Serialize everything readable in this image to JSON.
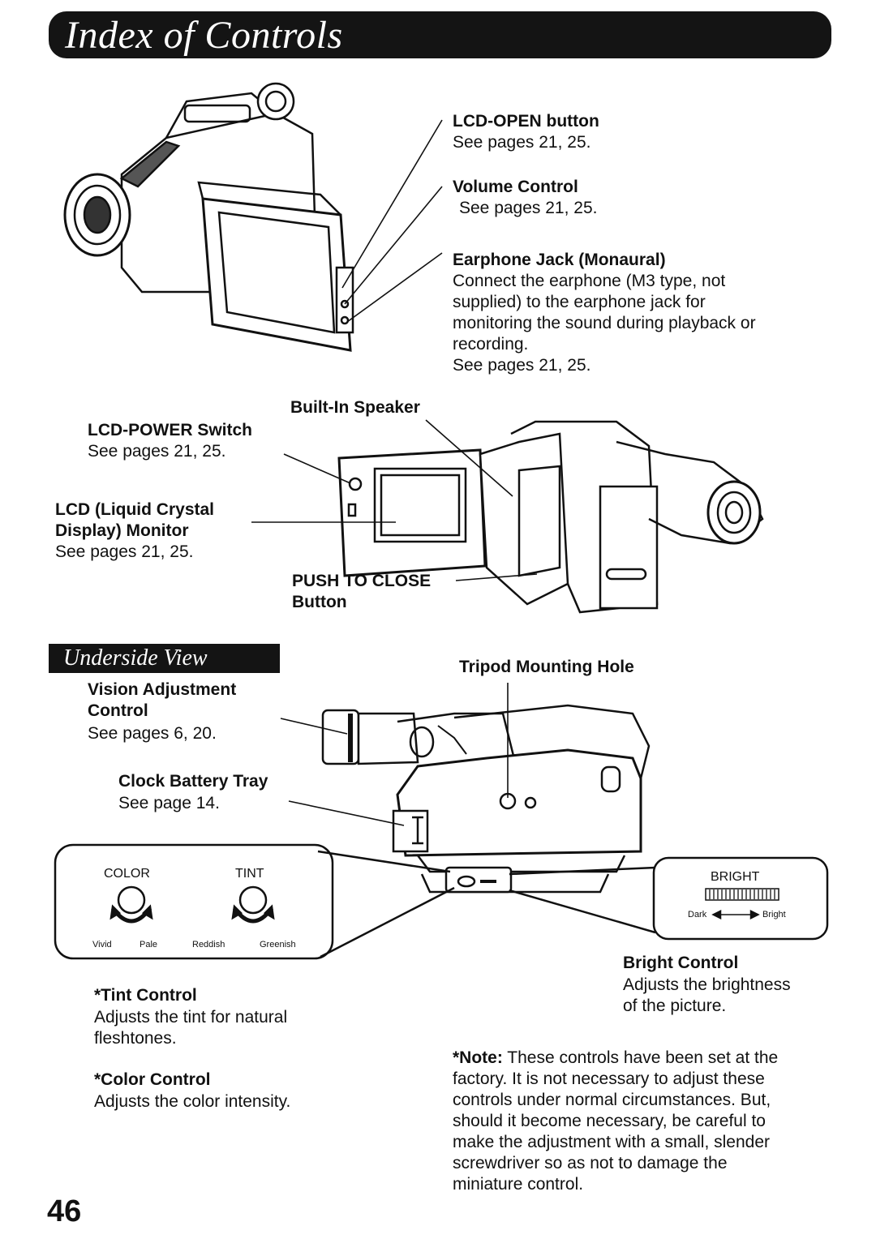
{
  "header": {
    "title": "Index of Controls"
  },
  "top_section": {
    "lcd_open": {
      "title": "LCD-OPEN button",
      "pages": "See pages 21, 25."
    },
    "volume": {
      "title": "Volume Control",
      "pages": "See pages 21, 25."
    },
    "earphone": {
      "title": "Earphone Jack (Monaural)",
      "desc_lines": [
        "Connect the earphone (M3 type, not",
        "supplied) to the earphone jack for",
        "monitoring the sound during playback or",
        "recording."
      ],
      "pages": "See pages 21, 25."
    }
  },
  "middle_section": {
    "speaker": {
      "title": "Built-In Speaker"
    },
    "lcd_power": {
      "title": "LCD-POWER Switch",
      "pages": "See pages 21, 25."
    },
    "lcd_monitor": {
      "title_line1": "LCD (Liquid Crystal",
      "title_line2": "Display) Monitor",
      "pages": "See pages 21, 25."
    },
    "push_close": {
      "title_line1": "PUSH TO CLOSE",
      "title_line2": "Button"
    }
  },
  "underside": {
    "banner": "Underside View",
    "tripod": {
      "title": "Tripod Mounting Hole"
    },
    "vision": {
      "title_line1": "Vision Adjustment",
      "title_line2": "Control",
      "pages": "See pages 6, 20."
    },
    "clock_battery": {
      "title": "Clock Battery Tray",
      "pages": "See page 14."
    },
    "color_tint_panel": {
      "color_label": "COLOR",
      "tint_label": "TINT",
      "vivid": "Vivid",
      "pale": "Pale",
      "reddish": "Reddish",
      "greenish": "Greenish"
    },
    "bright_panel": {
      "label": "BRIGHT",
      "dark": "Dark",
      "bright": "Bright"
    }
  },
  "descriptions": {
    "bright": {
      "title": "Bright Control",
      "line1": "Adjusts the brightness",
      "line2": "of the picture."
    },
    "tint": {
      "title": "*Tint Control",
      "line1": "Adjusts the tint for natural",
      "line2": "fleshtones."
    },
    "color": {
      "title": "*Color Control",
      "line1": "Adjusts the color intensity."
    },
    "note": {
      "title": "*Note:",
      "first_line_rest": " These controls have been set at the",
      "lines": [
        "factory. It is not necessary to adjust these",
        "controls under normal circumstances. But,",
        "should it become necessary, be careful to",
        "make the adjustment with a small, slender",
        "screwdriver so as not to damage the",
        "miniature control."
      ]
    }
  },
  "footer": {
    "page_number": "46"
  },
  "colors": {
    "ink": "#111111",
    "banner": "#141414",
    "paper": "#ffffff"
  }
}
